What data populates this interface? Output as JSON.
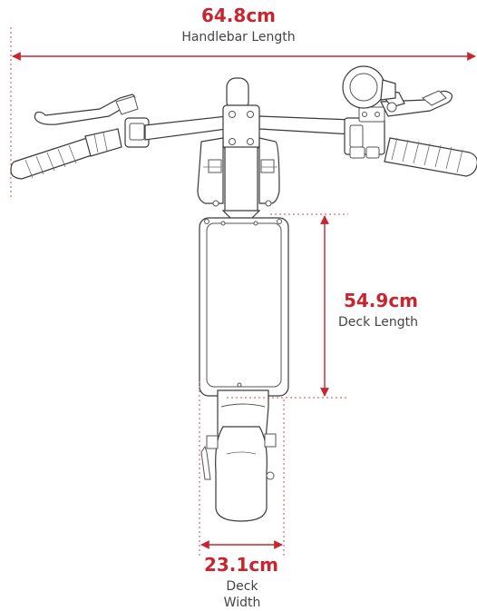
{
  "dimensions": {
    "handlebar": {
      "value": "64.8cm",
      "label": "Handlebar Length"
    },
    "deck_length": {
      "value": "54.9cm",
      "label": "Deck Length"
    },
    "deck_width": {
      "value": "23.1cm",
      "label_line1": "Deck",
      "label_line2": "Width"
    }
  },
  "colors": {
    "accent": "#c8262e",
    "label": "#444444",
    "outline": "#3a3a3a"
  }
}
